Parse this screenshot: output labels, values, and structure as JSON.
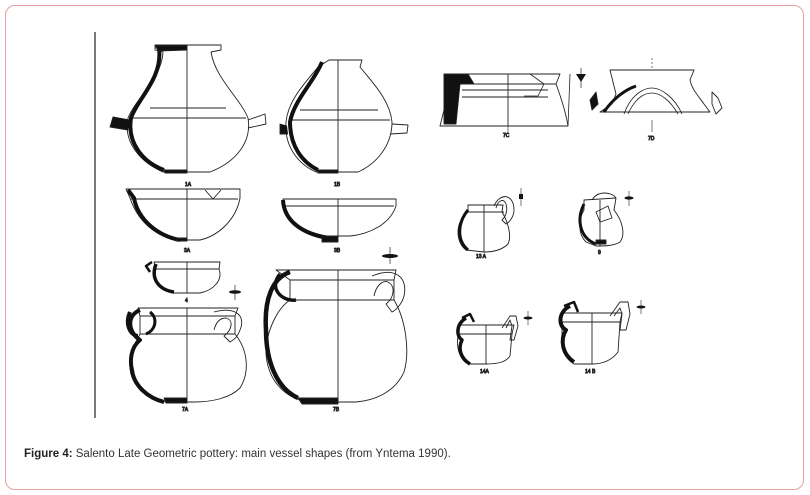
{
  "figure": {
    "caption_label": "Figure 4:",
    "caption_text": " Salento Late Geometric pottery: main vessel shapes (from Yntema 1990).",
    "vessel_labels": {
      "v1a": "1A",
      "v1b": "1B",
      "v3a": "3A",
      "v3b": "3B",
      "v4": "4",
      "v7a": "7A",
      "v7b": "7B",
      "v7c": "7C",
      "v7d": "7D",
      "v13a": "13 A",
      "v9": "9",
      "v14a": "14A",
      "v14b": "14 B"
    }
  }
}
